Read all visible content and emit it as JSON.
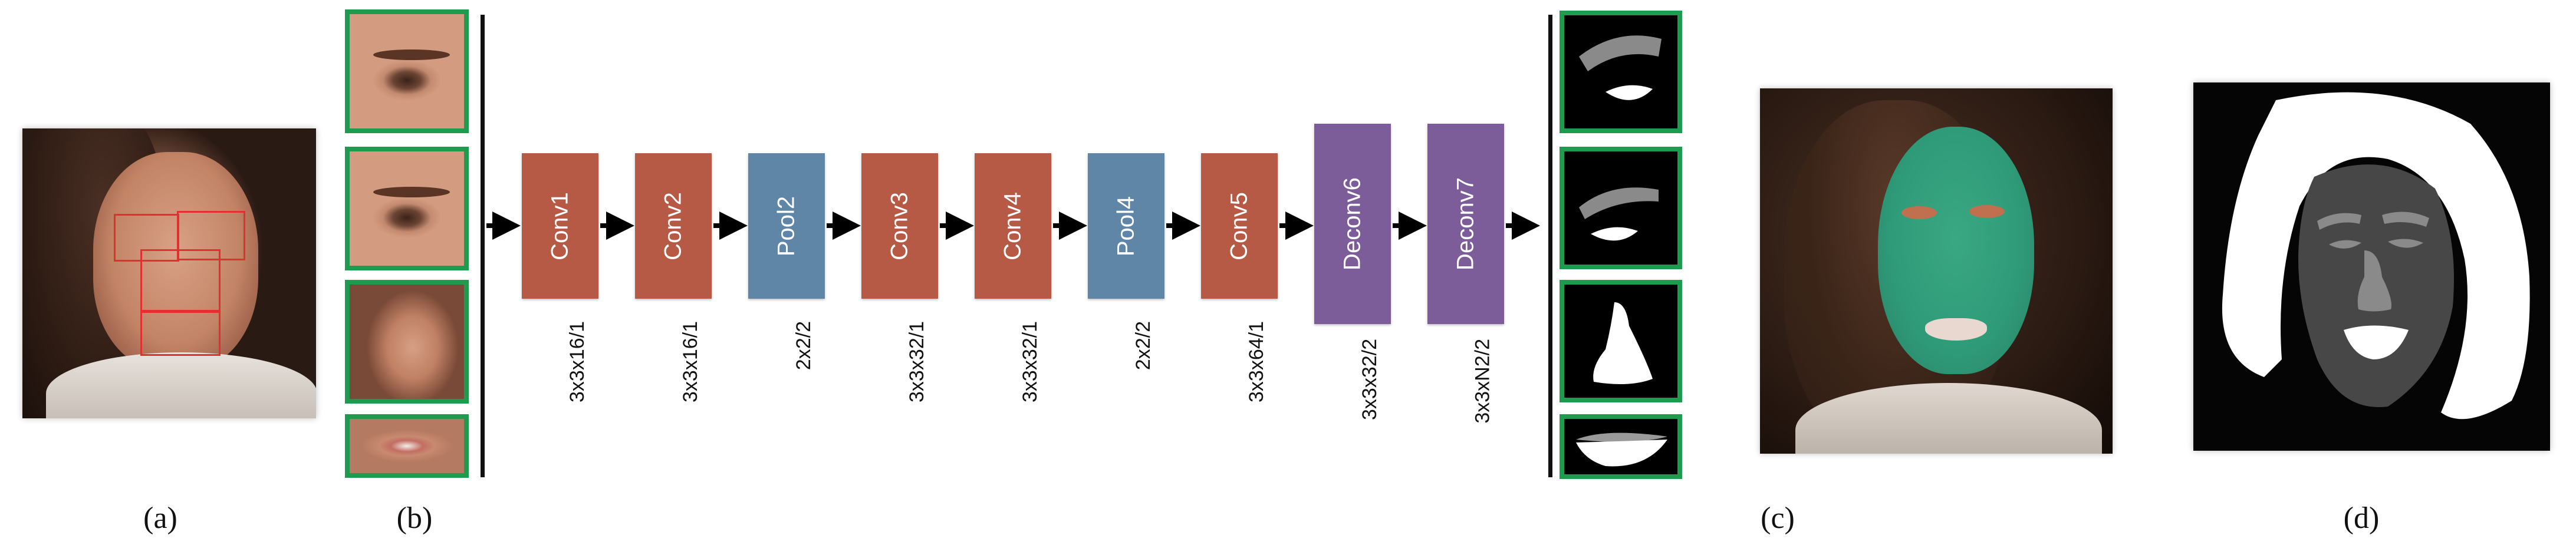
{
  "panel_labels": [
    "(a)",
    "(b)",
    "(c)",
    "(d)"
  ],
  "layers": [
    {
      "name": "Conv1",
      "spec": "3x3x16/1",
      "type": "conv"
    },
    {
      "name": "Conv2",
      "spec": "3x3x16/1",
      "type": "conv"
    },
    {
      "name": "Pool2",
      "spec": "2x2/2",
      "type": "pool"
    },
    {
      "name": "Conv3",
      "spec": "3x3x32/1",
      "type": "conv"
    },
    {
      "name": "Conv4",
      "spec": "3x3x32/1",
      "type": "conv"
    },
    {
      "name": "Pool4",
      "spec": "2x2/2",
      "type": "pool"
    },
    {
      "name": "Conv5",
      "spec": "3x3x64/1",
      "type": "conv"
    },
    {
      "name": "Deconv6",
      "spec": "3x3x32/2",
      "type": "deconv"
    },
    {
      "name": "Deconv7",
      "spec": "3x3xN2/2",
      "type": "deconv"
    }
  ],
  "colors": {
    "conv": "#b75a45",
    "pool": "#5f86a6",
    "deconv": "#7d5c9a",
    "frame_green": "#1f9b4f",
    "face_overlay": "#2f9a78",
    "detection_box": "#e03030"
  }
}
